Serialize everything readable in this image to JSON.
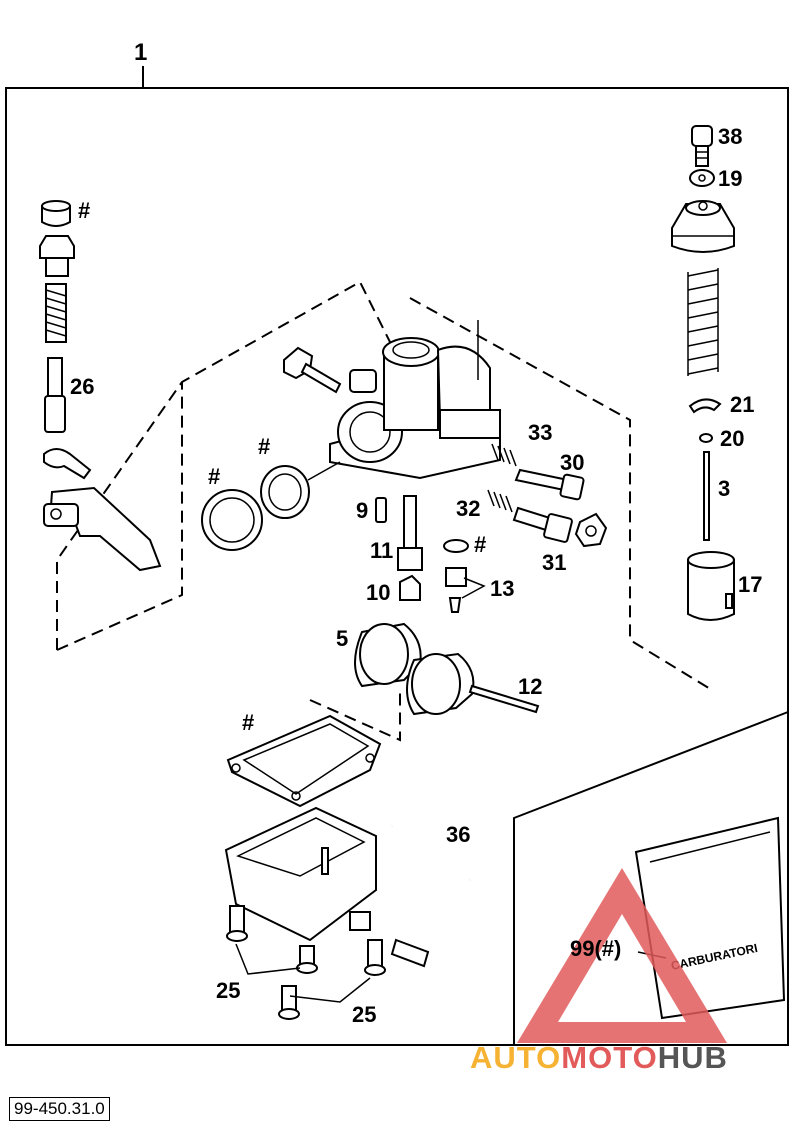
{
  "diagram": {
    "assembly_label": "1",
    "reference_code": "99-450.31.0",
    "callouts": {
      "p38": "38",
      "p19": "19",
      "p21": "21",
      "p20": "20",
      "p3": "3",
      "p17": "17",
      "p26": "26",
      "p33": "33",
      "p30": "30",
      "p32": "32",
      "p31": "31",
      "p9": "9",
      "p11": "11",
      "p10": "10",
      "p13": "13",
      "p5": "5",
      "p12": "12",
      "p36": "36",
      "p25a": "25",
      "p25b": "25",
      "p99": "99(#)",
      "hash_top": "#",
      "hash_ring1": "#",
      "hash_ring2": "#",
      "hash_oring": "#",
      "hash_gasket": "#"
    },
    "bag_label": "CARBURATORI"
  },
  "watermark": {
    "part1": "AUTO",
    "part2": "MOTO",
    "part3": "HUB",
    "colors": {
      "auto": "#f6b233",
      "moto": "#e25a5a",
      "hub": "#555555",
      "triangle": "#e25a5a"
    }
  }
}
